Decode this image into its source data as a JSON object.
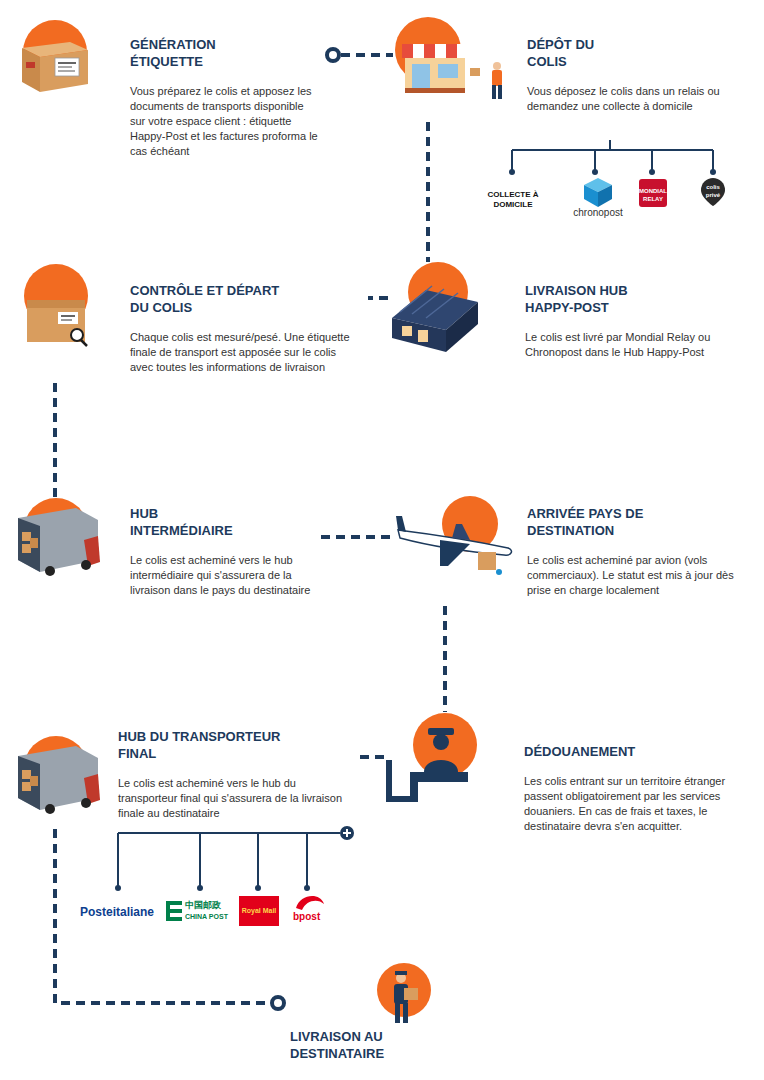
{
  "diagram": {
    "nodes": [
      {
        "text": [
          "GÉNÉRATION ÉTIQUETTE",
          "Vous préparez le colis et apposez les documents de transports disponible sur votre espace client : étiquette Happy-Post et les factures proforma le cas échéant"
        ]
      },
      {
        "text": [
          "DÉPÔT DU COLIS",
          "Vous déposez le colis dans un relais ou demandez une collecte à domicile"
        ]
      },
      {
        "text": [
          "LIVRAISON HUB HAPPY-POST",
          "Le colis est livré par Mondial Relay ou Chronopost dans le Hub Happy-Post"
        ]
      },
      {
        "text": [
          "CONTRÔLE ET DÉPART DU COLIS",
          "Chaque colis est mesuré/pesé. Une étiquette finale de transport est apposée sur le colis avec toutes les informations de livraison"
        ]
      },
      {
        "text": [
          "HUB INTERMÉDIAIRE",
          "Le colis est acheminé vers le hub intermédiaire qui s'assurera de la livraison dans le pays du destinataire"
        ]
      },
      {
        "text": [
          "ARRIVÉE PAYS DE DESTINATION",
          "Le colis est acheminé par avion (vols commerciaux). Le statut est mis à jour dès prise en charge localement"
        ]
      },
      {
        "text": [
          "DÉDOUANEMENT",
          "Les colis entrant sur un territoire étranger passent obligatoirement par les services douaniers. En cas de frais et taxes, le destinataire devra s'en acquitter."
        ]
      },
      {
        "text": [
          "HUB DU TRANSPORTEUR FINAL",
          "Le colis est acheminé vers le hub du transporteur final qui s'assurera de la livraison finale au destinataire"
        ]
      },
      {
        "text": [
          "LIVRAISON AU DESTINATAIRE"
        ]
      }
    ],
    "edges": [
      {
        "from": 0,
        "to": 1,
        "arrow": "none"
      },
      {
        "from": 1,
        "to": 2,
        "arrow": "none"
      },
      {
        "from": 2,
        "to": 3,
        "arrow": "none"
      },
      {
        "from": 3,
        "to": 4,
        "arrow": "none"
      },
      {
        "from": 4,
        "to": 5,
        "arrow": "none"
      },
      {
        "from": 5,
        "to": 6,
        "arrow": "none"
      },
      {
        "from": 6,
        "to": 7,
        "arrow": "none"
      },
      {
        "from": 7,
        "to": 8,
        "arrow": "none"
      }
    ],
    "labels": [
      "COLLECTE À DOMICILE",
      "chronopost",
      "MONDIAL RELAY",
      "colis privé",
      "Posteitaliane",
      "中国邮政",
      "CHINA POST",
      "Royal Mail",
      "bpost"
    ]
  }
}
